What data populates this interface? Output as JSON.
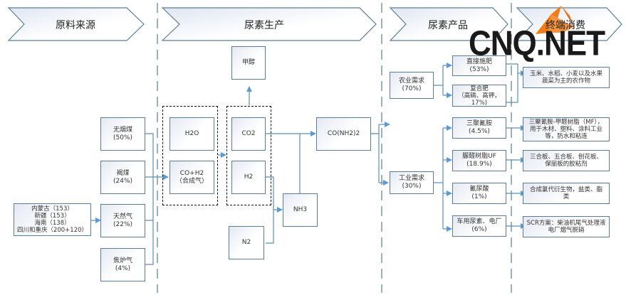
{
  "stages": [
    {
      "label": "原料来源"
    },
    {
      "label": "尿素生产"
    },
    {
      "label": "尿素产品"
    },
    {
      "label": "终端消费"
    }
  ],
  "raw_materials": {
    "regions": "内蒙古（153）\n新疆（153）\n海南（138）\n四川和重庆（200+120）",
    "sources": [
      {
        "label": "无烟煤\n(50%)"
      },
      {
        "label": "褐煤\n(24%)"
      },
      {
        "label": "天然气\n(22%)"
      },
      {
        "label": "焦炉气\n(4%)"
      }
    ]
  },
  "production": {
    "h2o": "H2O",
    "syngas": "CO+H2\n（合成气）",
    "methanol": "甲醇",
    "co2": "CO2",
    "h2": "H2",
    "n2": "N2",
    "nh3": "NH3",
    "urea": "CO(NH2)2"
  },
  "products": {
    "agri": "农业需求\n(70%)",
    "industry": "工业需求\n(30%)",
    "agri_items": [
      {
        "label": "直接施肥\n(53%)"
      },
      {
        "label": "复合肥\n（高磷、高钾，\n17%)"
      }
    ],
    "industry_items": [
      {
        "label": "三聚氰胺\n(4.5%)"
      },
      {
        "label": "脲醛树脂UF\n(18.9%)"
      },
      {
        "label": "氰尿酸\n(1%)"
      },
      {
        "label": "车用尿素、电厂\n(6%)"
      }
    ]
  },
  "consumption": [
    {
      "label": "玉米、水稻、小麦以及水果\n蔬菜为主的农作物"
    },
    {
      "label": "三聚氰胺-甲醛树脂（MF），\n用于木材、塑料、涂料工业\n等，防水和粘连"
    },
    {
      "label": "三合板、五合板、刨花板、\n保丽板的胶粘剂"
    },
    {
      "label": "合成氯代衍生物，盐类、脂\n类"
    },
    {
      "label": "SCR方案：柴油机尾气处理液\n电厂烟气脱硝"
    }
  ],
  "watermark": {
    "text": "CNQ.NET",
    "accent": "#f07d1a"
  },
  "colors": {
    "line": "#5a8db3",
    "border": "#5a7d92",
    "arrow": "#5b9bd5"
  }
}
